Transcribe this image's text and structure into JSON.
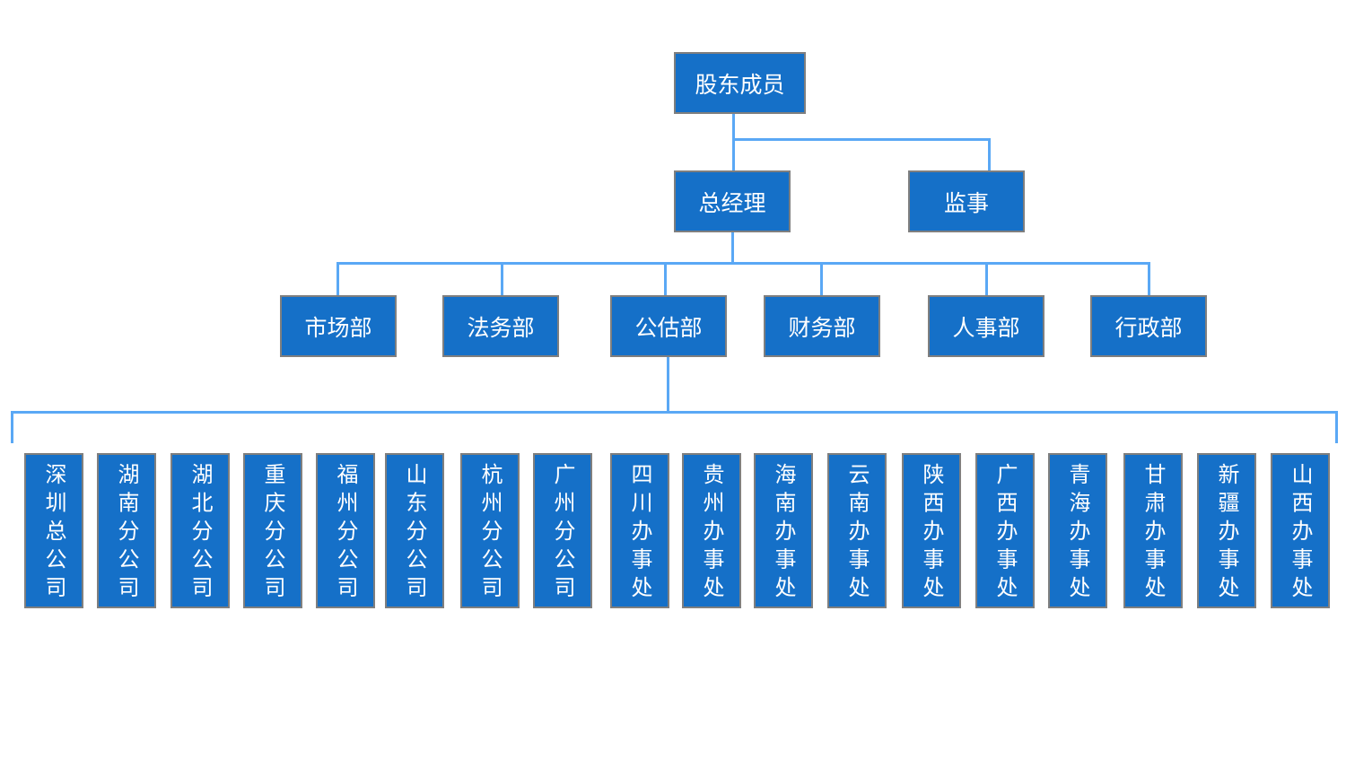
{
  "colors": {
    "box_fill": "#1570c8",
    "box_border": "#7f7f7f",
    "connector": "#5aa8f5",
    "text": "#ffffff"
  },
  "root": "股东成员",
  "level2": [
    "总经理",
    "监事"
  ],
  "departments": [
    "市场部",
    "法务部",
    "公估部",
    "财务部",
    "人事部",
    "行政部"
  ],
  "branches": [
    "深圳总公司",
    "湖南分公司",
    "湖北分公司",
    "重庆分公司",
    "福州分公司",
    "山东分公司",
    "杭州分公司",
    "广州分公司",
    "四川办事处",
    "贵州办事处",
    "海南办事处",
    "云南办事处",
    "陕西办事处",
    "广西办事处",
    "青海办事处",
    "甘肃办事处",
    "新疆办事处",
    "山西办事处"
  ]
}
